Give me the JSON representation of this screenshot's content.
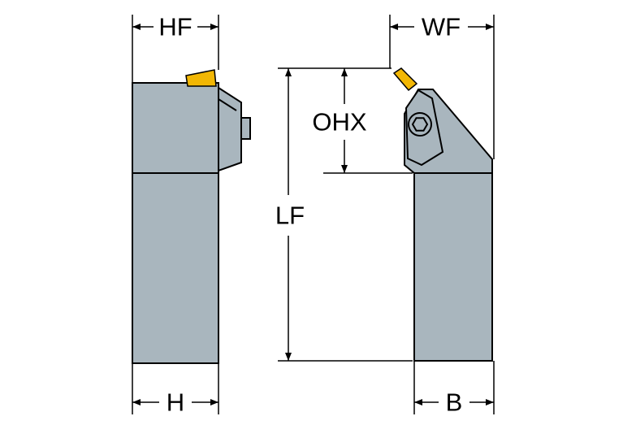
{
  "colors": {
    "body_fill": "#a9b6be",
    "insert_fill": "#f2b705",
    "outline": "#000000",
    "background": "#ffffff"
  },
  "labels": {
    "hf": "HF",
    "wf": "WF",
    "ohx": "OHX",
    "lf": "LF",
    "h": "H",
    "b": "B"
  },
  "icons": {
    "clamp_screw": "hex-socket-screw-icon"
  }
}
